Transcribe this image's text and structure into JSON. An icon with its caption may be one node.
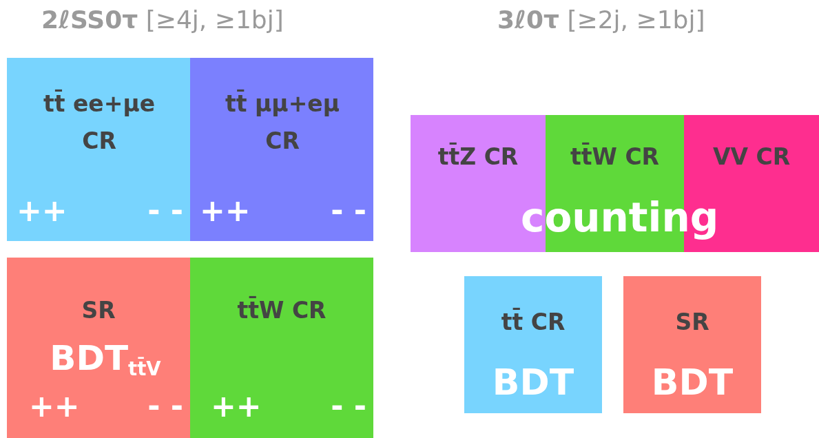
{
  "diagram": {
    "nodes": [
      {
        "text": [
          "tt̄ ee+μe CR",
          "++",
          "- -"
        ]
      },
      {
        "text": [
          "tt̄ μμ+eμ CR",
          "++",
          "- -"
        ]
      },
      {
        "text": [
          "SR",
          "BDT$_{tt̄V}$",
          "++",
          "- -"
        ]
      },
      {
        "text": [
          "tt̄W CR",
          "++",
          "- -"
        ]
      },
      {
        "text": [
          "tt̄Z CR"
        ]
      },
      {
        "text": [
          "tt̄W CR"
        ]
      },
      {
        "text": [
          "VV CR"
        ]
      },
      {
        "text": [
          "tt̄ CR",
          "BDT"
        ]
      },
      {
        "text": [
          "SR",
          "BDT"
        ]
      }
    ],
    "labels": [
      "**2ℓSS0τ** [≥4j, ≥1bj]",
      "**3ℓ0τ** [≥2j, ≥1bj]",
      "counting"
    ]
  }
}
